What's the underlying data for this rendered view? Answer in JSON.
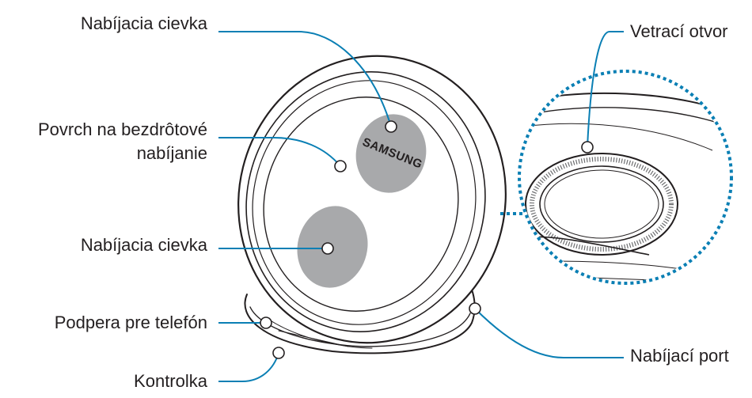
{
  "labels": {
    "coil_top": "Nabíjacia cievka",
    "surface_line1": "Povrch na bezdrôtové",
    "surface_line2": "nabíjanie",
    "coil_bottom": "Nabíjacia cievka",
    "stand": "Podpera pre telefón",
    "indicator": "Kontrolka",
    "vent": "Vetrací otvor",
    "port": "Nabíjací port"
  },
  "logo_text": "SAMSUNG",
  "colors": {
    "leader": "#0a7fb4",
    "outline": "#231f20",
    "coil": "#a8a9ab",
    "dotted": "#0a7fb4"
  }
}
